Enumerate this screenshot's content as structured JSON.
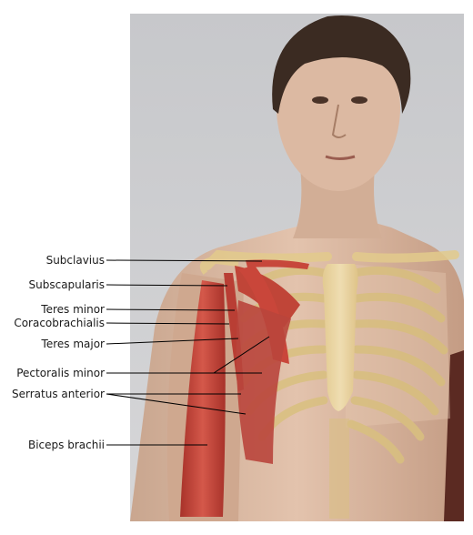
{
  "labels": {
    "subclavius": "Subclavius",
    "subscapularis": "Subscapularis",
    "teres_minor": "Teres minor",
    "coracobrachialis": "Coracobrachialis",
    "teres_major": "Teres major",
    "pectoralis_minor": "Pectoralis minor",
    "serratus_anterior": "Serratus anterior",
    "biceps_brachii": "Biceps brachii"
  },
  "colors": {
    "backdrop": "#c9c9c9",
    "skin": "#d9b7a0",
    "bone": "#ecd9a0",
    "muscle": "#c9463a",
    "hair": "#3b2b22",
    "leader_line": "#000000"
  }
}
